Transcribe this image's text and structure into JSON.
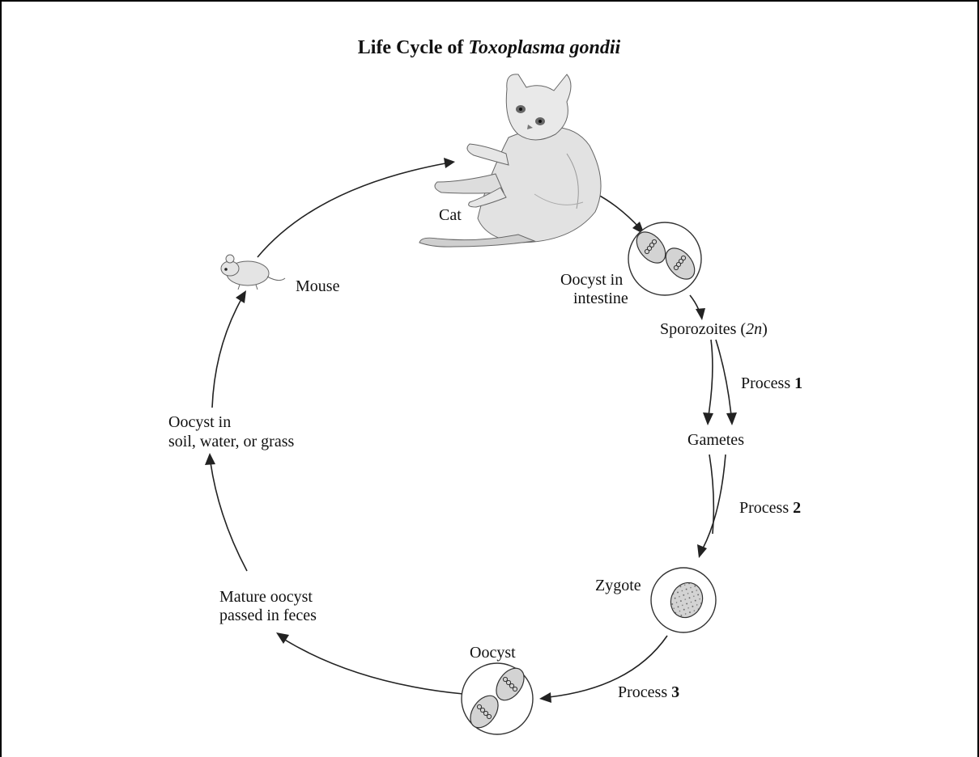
{
  "title": {
    "prefix": "Life Cycle of ",
    "species": "Toxoplasma gondii"
  },
  "labels": {
    "cat": "Cat",
    "oocyst_intestine_line1": "Oocyst in",
    "oocyst_intestine_line2": "intestine",
    "sporozoites_main": "Sporozoites (",
    "sporozoites_num": "2",
    "sporozoites_n": "n",
    "sporozoites_close": ")",
    "gametes": "Gametes",
    "zygote": "Zygote",
    "oocyst": "Oocyst",
    "mature_line1": "Mature oocyst",
    "mature_line2": "passed in feces",
    "soil_line1": "Oocyst in",
    "soil_line2": "soil, water, or grass",
    "mouse": "Mouse"
  },
  "processes": [
    {
      "text": "Process ",
      "num": "1"
    },
    {
      "text": "Process ",
      "num": "2"
    },
    {
      "text": "Process ",
      "num": "3"
    }
  ],
  "colors": {
    "line": "#222222",
    "cell_fill": "#d3d3d3",
    "animal_fill": "#e4e4e4"
  }
}
